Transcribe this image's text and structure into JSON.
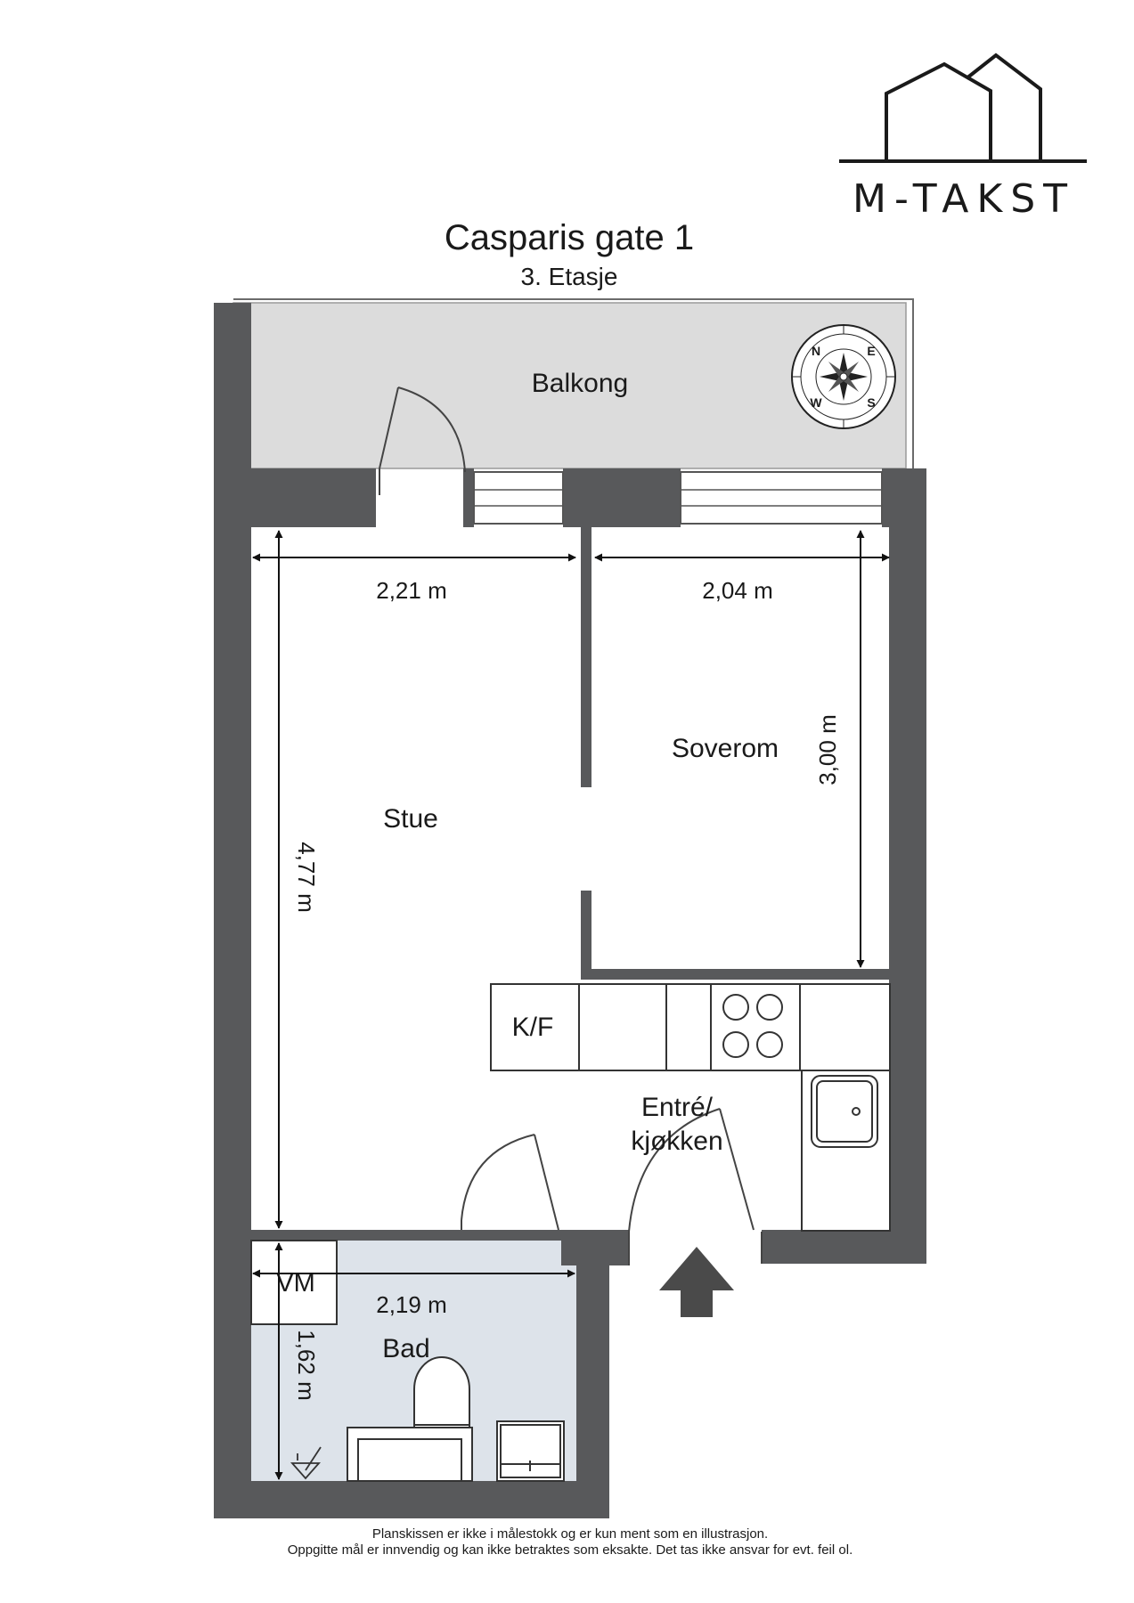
{
  "logo": {
    "text": "M-TAKST"
  },
  "header": {
    "title": "Casparis gate 1",
    "subtitle": "3. Etasje"
  },
  "rooms": {
    "balcony": "Balkong",
    "living": "Stue",
    "bedroom": "Soverom",
    "entry_line1": "Entré/",
    "entry_line2": "kjøkken",
    "bath": "Bad"
  },
  "fixtures": {
    "fridge": "K/F",
    "washer": "VM"
  },
  "dimensions": {
    "living_width": "2,21 m",
    "bedroom_width": "2,04 m",
    "bedroom_length": "3,00 m",
    "living_length": "4,77 m",
    "bath_width": "2,19 m",
    "bath_length": "1,62 m"
  },
  "compass": {
    "n": "N",
    "e": "E",
    "s": "S",
    "w": "W"
  },
  "footer": {
    "line1": "Planskissen er ikke i målestokk og er kun ment som en illustrasjon.",
    "line2": "Oppgitte mål er innvendig og kan ikke betraktes som eksakte. Det tas ikke ansvar for evt. feil ol."
  },
  "colors": {
    "wall": "#58595b",
    "balcony": "#dcdcdc",
    "bathroom": "#dde3ea",
    "ink": "#1a1a1a"
  }
}
